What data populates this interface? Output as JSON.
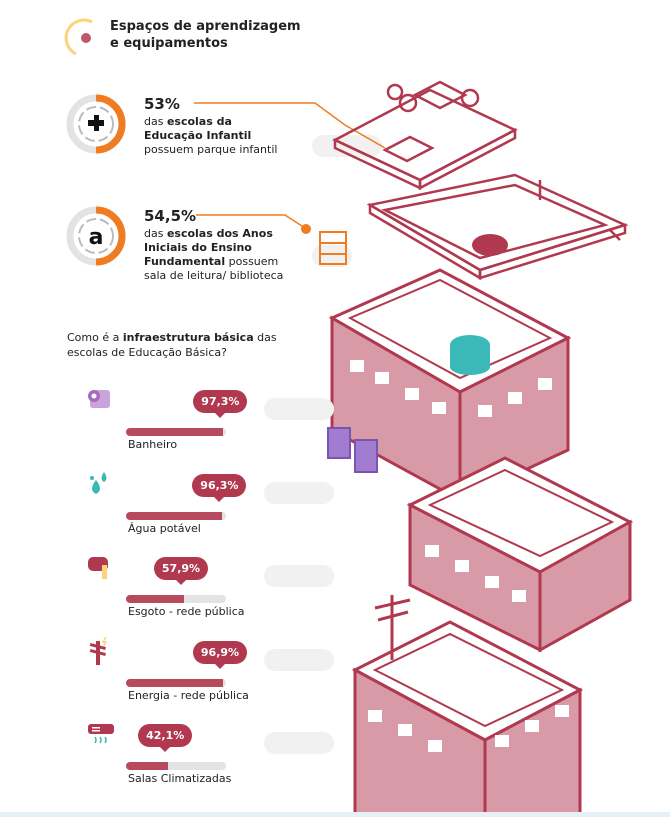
{
  "header": {
    "title_line1": "Espaços de aprendizagem",
    "title_line2": "e equipamentos"
  },
  "stats": [
    {
      "pct": "53%",
      "pre": "das ",
      "bold": "escolas da Educação Infantil",
      "post": " possuem parque infantil",
      "icon": "puzzle-icon",
      "value": 53
    },
    {
      "pct": "54,5%",
      "pre": "das ",
      "bold": "escolas dos Anos Iniciais do Ensino Fundamental",
      "post": " possuem sala de leitura/ biblioteca",
      "icon": "letter-a-icon",
      "value": 54.5
    }
  ],
  "question": {
    "pre": "Como é a ",
    "b1": "infraestrutura",
    "mid": " ",
    "b2": "básica",
    "post": " das escolas de Educação Básica?"
  },
  "infra": [
    {
      "label": "Banheiro",
      "pct": "97,3%",
      "value": 97.3,
      "icon": "toilet-paper-icon"
    },
    {
      "label": "Água potável",
      "pct": "96,3%",
      "value": 96.3,
      "icon": "water-drops-icon"
    },
    {
      "label": "Esgoto - rede pública",
      "pct": "57,9%",
      "value": 57.9,
      "icon": "sewer-pipe-icon"
    },
    {
      "label": "Energia - rede pública",
      "pct": "96,9%",
      "value": 96.9,
      "icon": "power-pole-icon"
    },
    {
      "label": "Salas Climatizadas",
      "pct": "42,1%",
      "value": 42.1,
      "icon": "air-conditioner-icon"
    }
  ],
  "colors": {
    "accent": "#f07c22",
    "primary": "#b0394f",
    "building": "#d89aa6",
    "water": "#3bb8b8"
  }
}
